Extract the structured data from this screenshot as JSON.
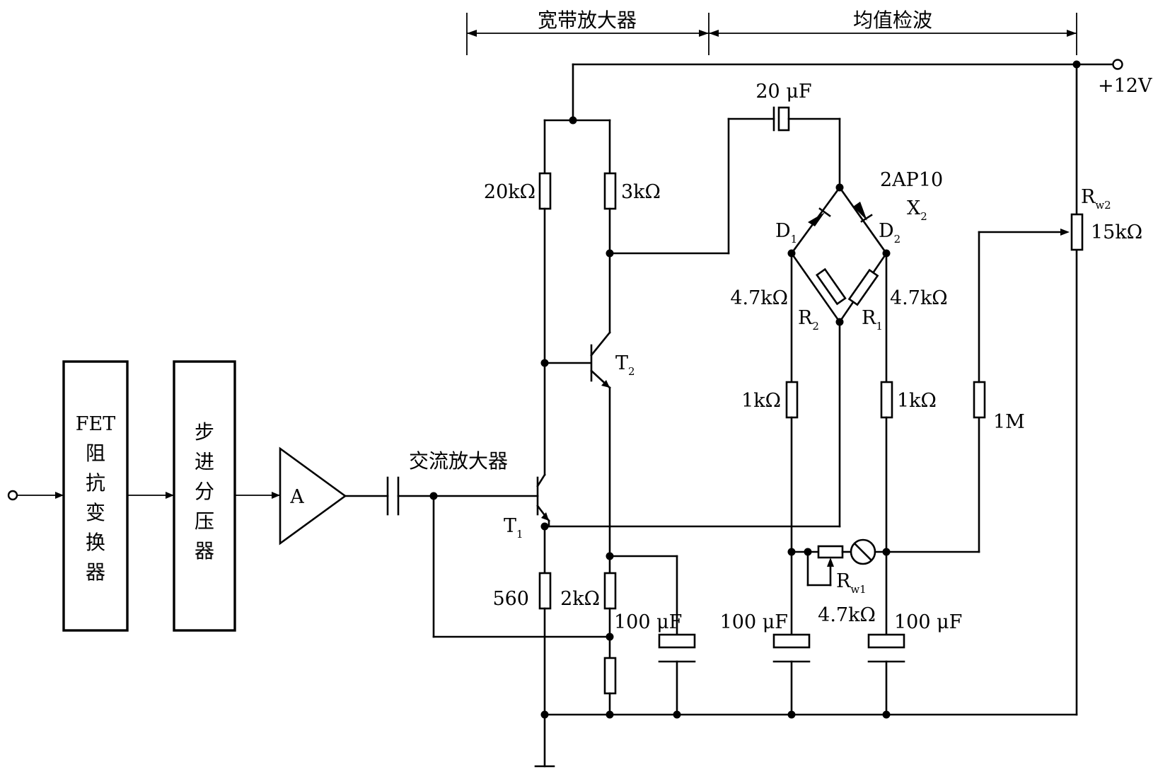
{
  "sections": {
    "wideband_amplifier": "宽带放大器",
    "mean_detector": "均值检波"
  },
  "blocks": {
    "fet_line1": "FET",
    "fet_chars": [
      "阻",
      "抗",
      "变",
      "换",
      "器"
    ],
    "divider_chars": [
      "步",
      "进",
      "分",
      "压",
      "器"
    ],
    "amp_label": "A",
    "ac_amp_label": "交流放大器"
  },
  "supply": {
    "label": "+12V"
  },
  "components": {
    "r_20k": "20kΩ",
    "r_3k": "3kΩ",
    "c_20u": "20 μF",
    "diode_model": "2AP10",
    "x2": {
      "main": "X",
      "sub": "2"
    },
    "d1": {
      "main": "D",
      "sub": "1"
    },
    "d2": {
      "main": "D",
      "sub": "2"
    },
    "rw2": {
      "main": "R",
      "sub": "w2"
    },
    "rw2_value": "15kΩ",
    "r_47k_left": "4.7kΩ",
    "r_47k_right": "4.7kΩ",
    "r2": {
      "main": "R",
      "sub": "2"
    },
    "r1": {
      "main": "R",
      "sub": "1"
    },
    "t2": {
      "main": "T",
      "sub": "2"
    },
    "t1": {
      "main": "T",
      "sub": "1"
    },
    "r_1k_left": "1kΩ",
    "r_1k_right": "1kΩ",
    "r_1m": "1M",
    "r_560": "560",
    "r_2k": "2kΩ",
    "c_100u_1": "100 μF",
    "c_100u_2": "100 μF",
    "c_100u_3": "100 μF",
    "rw1": {
      "main": "R",
      "sub": "w1"
    },
    "rw1_value": "4.7kΩ"
  }
}
